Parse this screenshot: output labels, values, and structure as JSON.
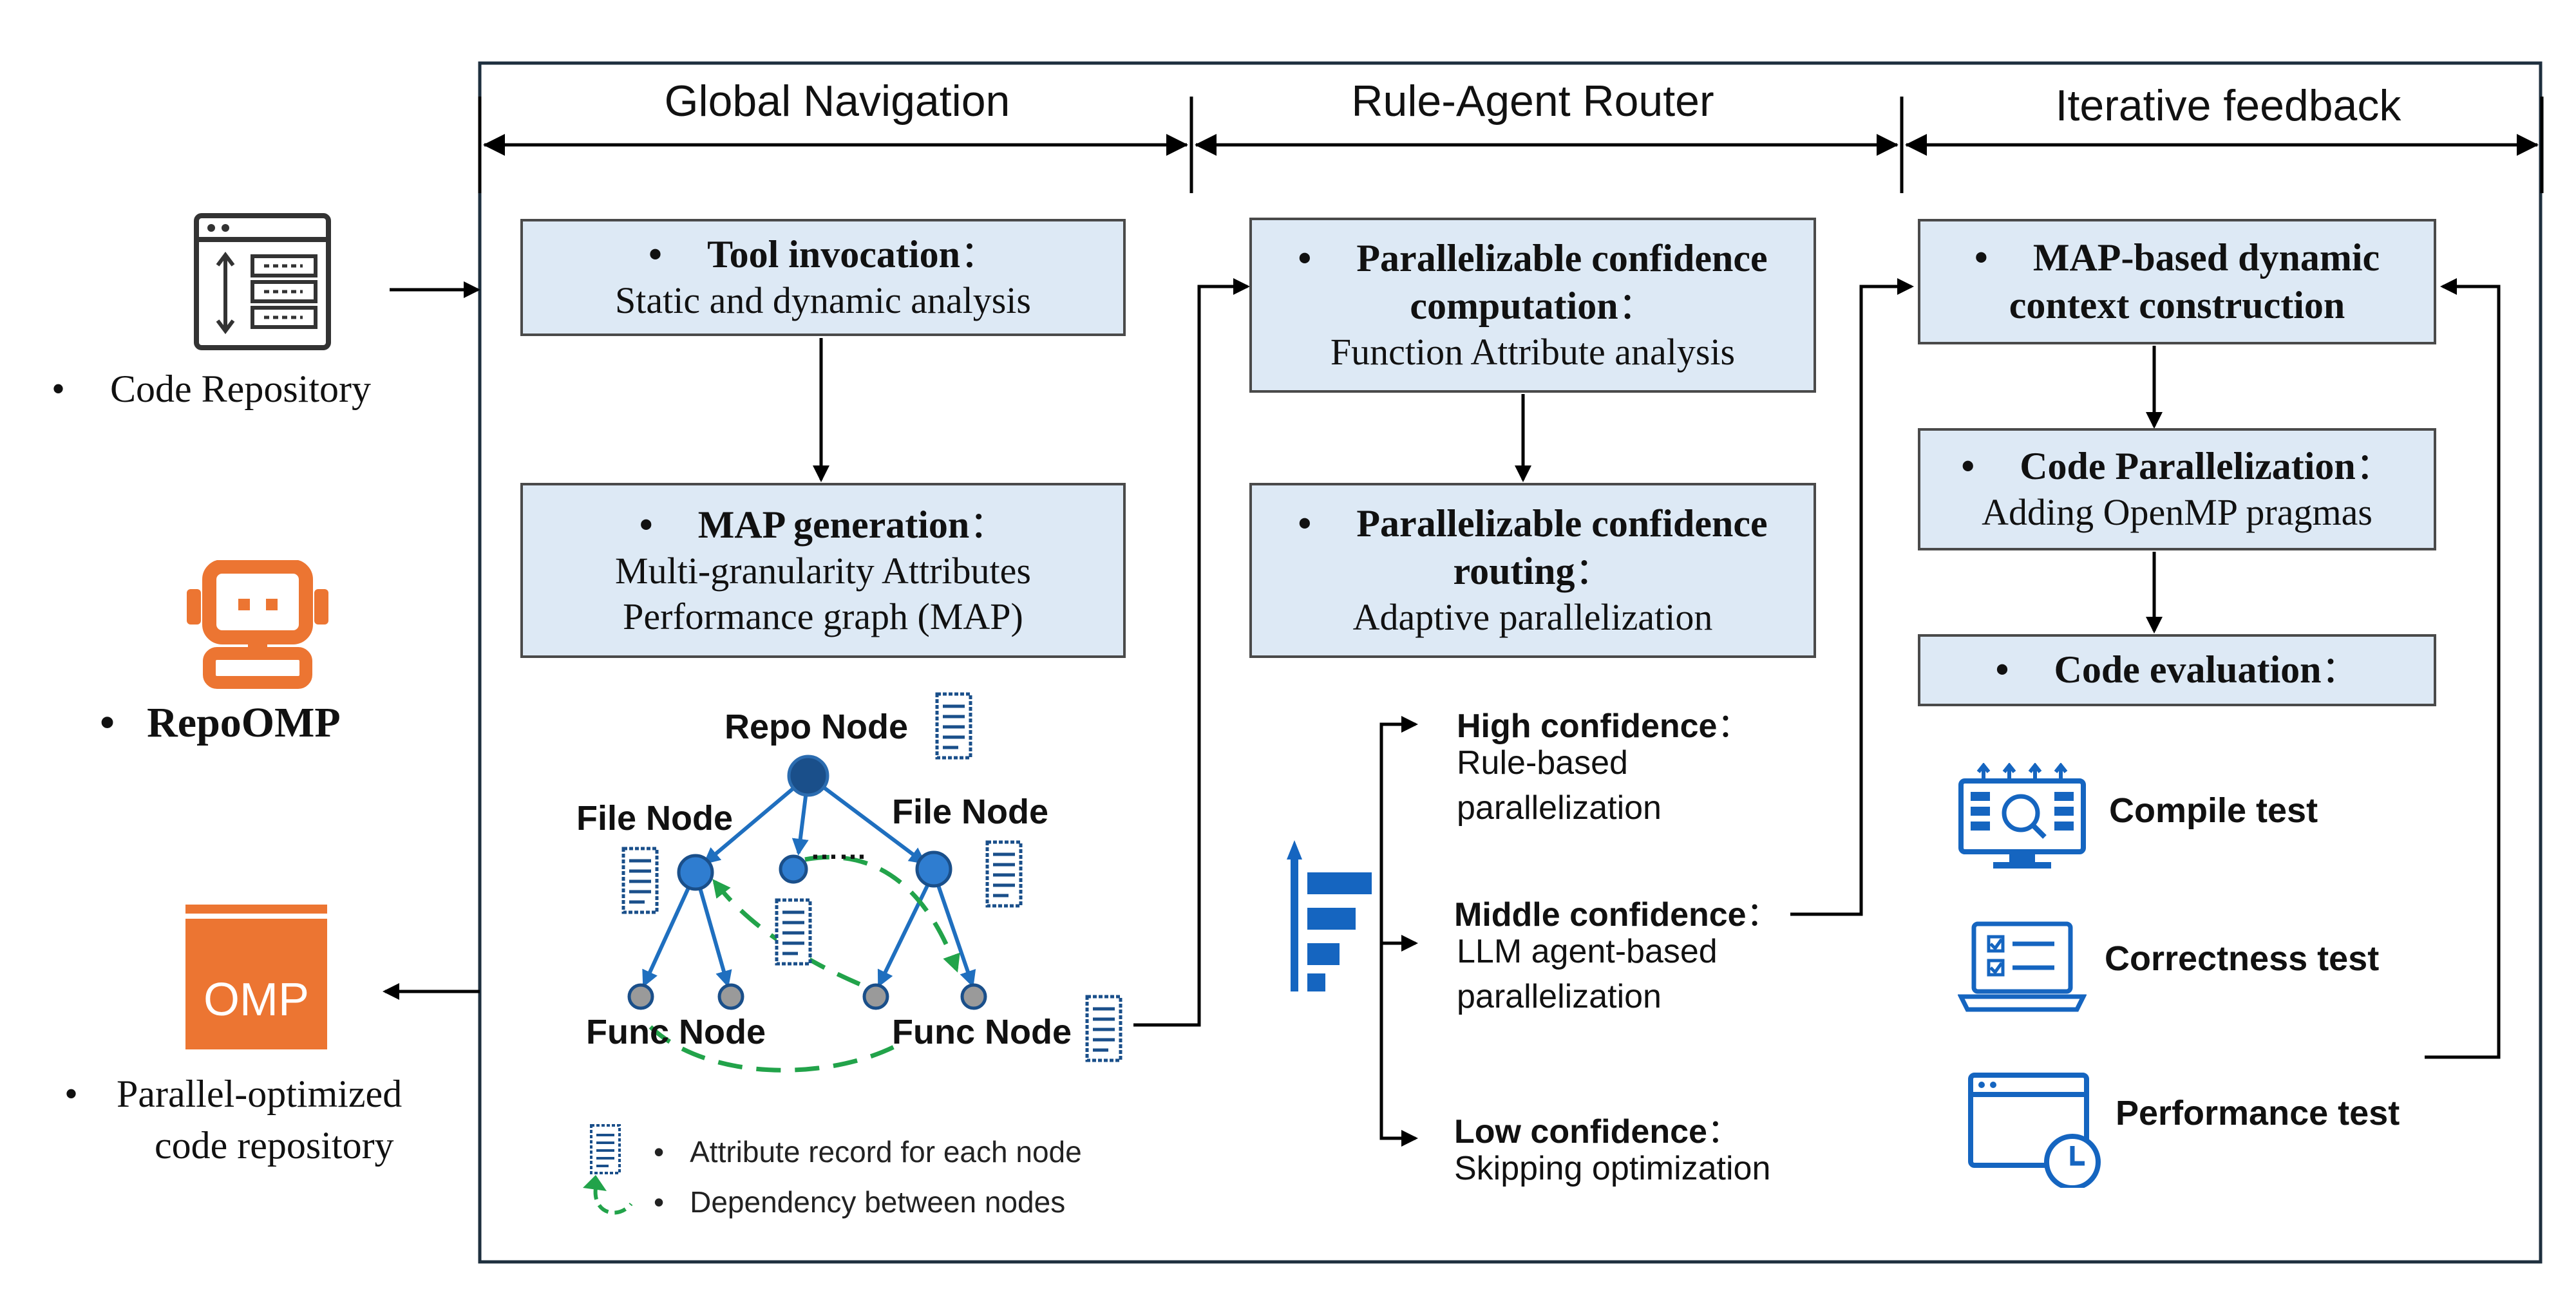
{
  "sections": {
    "global_navigation": "Global Navigation",
    "rule_agent_router": "Rule-Agent Router",
    "iterative_feedback": "Iterative feedback"
  },
  "left": {
    "code_repository": "Code Repository",
    "repoomp": "RepoOMP",
    "omp_logo": "OMP",
    "parallel_repo_line1": "Parallel-optimized",
    "parallel_repo_line2": "code repository"
  },
  "bullet": "•",
  "global_nav": {
    "tool_title": "Tool invocation",
    "tool_colon": "：",
    "tool_sub": "Static and dynamic analysis",
    "map_title": "MAP generation",
    "map_colon": "：",
    "map_sub1": "Multi-granularity Attributes",
    "map_sub2": "Performance graph (MAP)",
    "repo_node": "Repo Node",
    "file_node": "File Node",
    "func_node": "Func Node",
    "ellipsis": "……",
    "legend_attr": "Attribute record for each node",
    "legend_dep": "Dependency between nodes"
  },
  "router": {
    "comp_title1": "Parallelizable confidence",
    "comp_title2": "computation",
    "comp_colon": "：",
    "comp_sub": "Function Attribute analysis",
    "route_title1": "Parallelizable confidence",
    "route_title2": "routing",
    "route_colon": "：",
    "route_sub": "Adaptive parallelization",
    "high_title": "High confidence",
    "high_sub1": "Rule-based",
    "high_sub2": "parallelization",
    "mid_title": "Middle confidence",
    "mid_sub1": "LLM agent-based",
    "mid_sub2": "parallelization",
    "low_title": "Low confidence",
    "low_sub": "Skipping optimization",
    "colon": "："
  },
  "feedback": {
    "map_ctx_title1": "MAP-based dynamic",
    "map_ctx_title2": "context construction",
    "par_title": "Code Parallelization",
    "par_colon": "：",
    "par_sub": "Adding OpenMP pragmas",
    "eval_title": "Code evaluation",
    "eval_colon": "：",
    "compile_test": "Compile test",
    "correctness_test": "Correctness test",
    "performance_test": "Performance test"
  },
  "colors": {
    "box_fill": "#dde9f5",
    "node_blue": "#1f6fbf",
    "node_dark": "#1a4f8a",
    "func_gray": "#9a9a9a",
    "dep_green": "#22a34a",
    "omp_orange": "#ec7532",
    "icon_blue": "#1565c0"
  }
}
